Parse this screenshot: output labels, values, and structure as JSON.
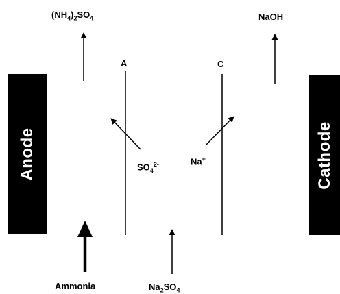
{
  "diagram": {
    "anode_label": "Anode",
    "cathode_label": "Cathode",
    "membrane_a_label": "A",
    "membrane_c_label": "C",
    "product_left": {
      "base": "(NH",
      "sub1": "4",
      "mid": ")",
      "sub2": "2",
      "rest": "SO",
      "sub3": "4"
    },
    "product_right": "NaOH",
    "sulfate_ion": {
      "base": "SO",
      "sub": "4",
      "sup": "2-"
    },
    "sodium_ion": {
      "base": "Na",
      "sup": "+"
    },
    "feed_left": "Ammonia",
    "feed_center": {
      "base": "Na",
      "sub": "2",
      "rest": "SO",
      "sub2": "4"
    },
    "colors": {
      "ink": "#000000",
      "background": "#ffffff",
      "electrode_text": "#ffffff"
    }
  }
}
